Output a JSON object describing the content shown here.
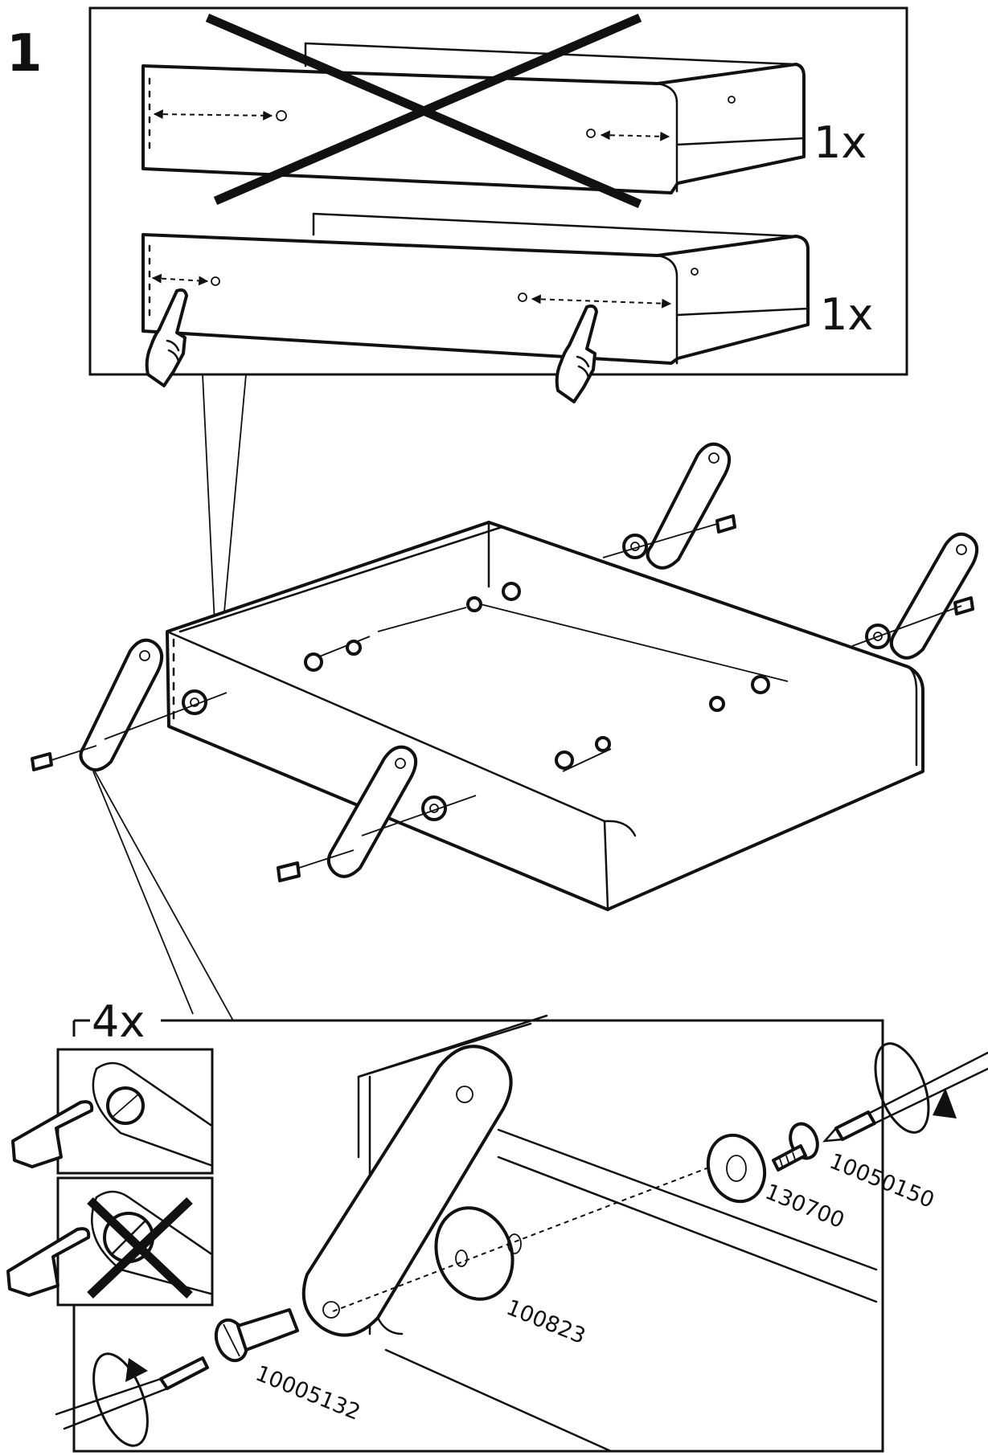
{
  "step_number": "1",
  "top_panel": {
    "wrong_orientation_qty": "1x",
    "correct_orientation_qty": "1x"
  },
  "detail_panel": {
    "quantity": "4x"
  },
  "parts": {
    "screw": "10005132",
    "spacer_disc": "100823",
    "washer": "130700",
    "bolt": "10050150"
  },
  "icons": [
    "pointing-hand-icon",
    "cross-mark-icon",
    "screwdriver-icon",
    "rotate-arrow-icon"
  ]
}
